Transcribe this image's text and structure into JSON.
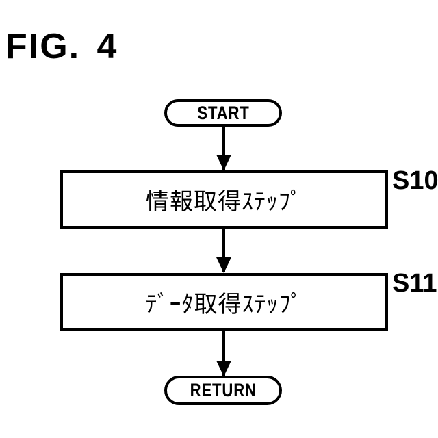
{
  "figure_label": "FIG. 4",
  "flowchart": {
    "start": {
      "label": "START"
    },
    "steps": [
      {
        "label": "情報取得ｽﾃｯﾌﾟ",
        "ref": "S10"
      },
      {
        "label": "ﾃﾞｰﾀ取得ｽﾃｯﾌﾟ",
        "ref": "S11"
      }
    ],
    "end": {
      "label": "RETURN"
    }
  },
  "colors": {
    "line": "#000000",
    "text": "#000000",
    "background": "#ffffff"
  }
}
